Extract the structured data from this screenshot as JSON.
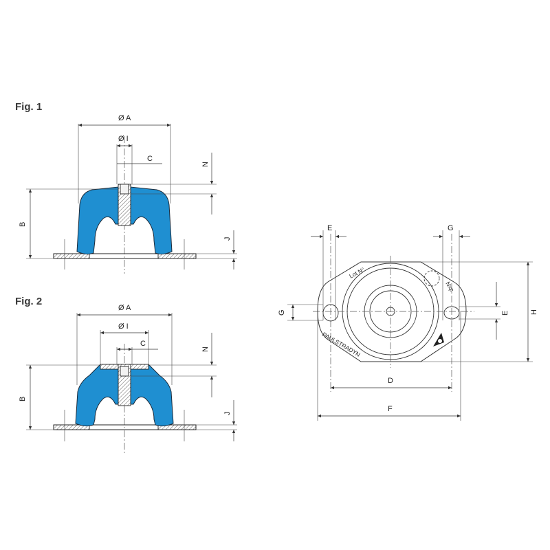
{
  "figures": {
    "fig1_title": "Fig. 1",
    "fig2_title": "Fig. 2"
  },
  "dimensions": {
    "A": "Ø A",
    "I": "Ø I",
    "C": "C",
    "N": "N",
    "B": "B",
    "J": "J",
    "E": "E",
    "G": "G",
    "D": "D",
    "F": "F",
    "H": "H"
  },
  "part_markings": {
    "lot": "Lot N°",
    "brand": "PAULSTRADYN",
    "nxp": "Nxp"
  },
  "colors": {
    "elastomer": "#1f8fd1",
    "outline": "#222222"
  }
}
